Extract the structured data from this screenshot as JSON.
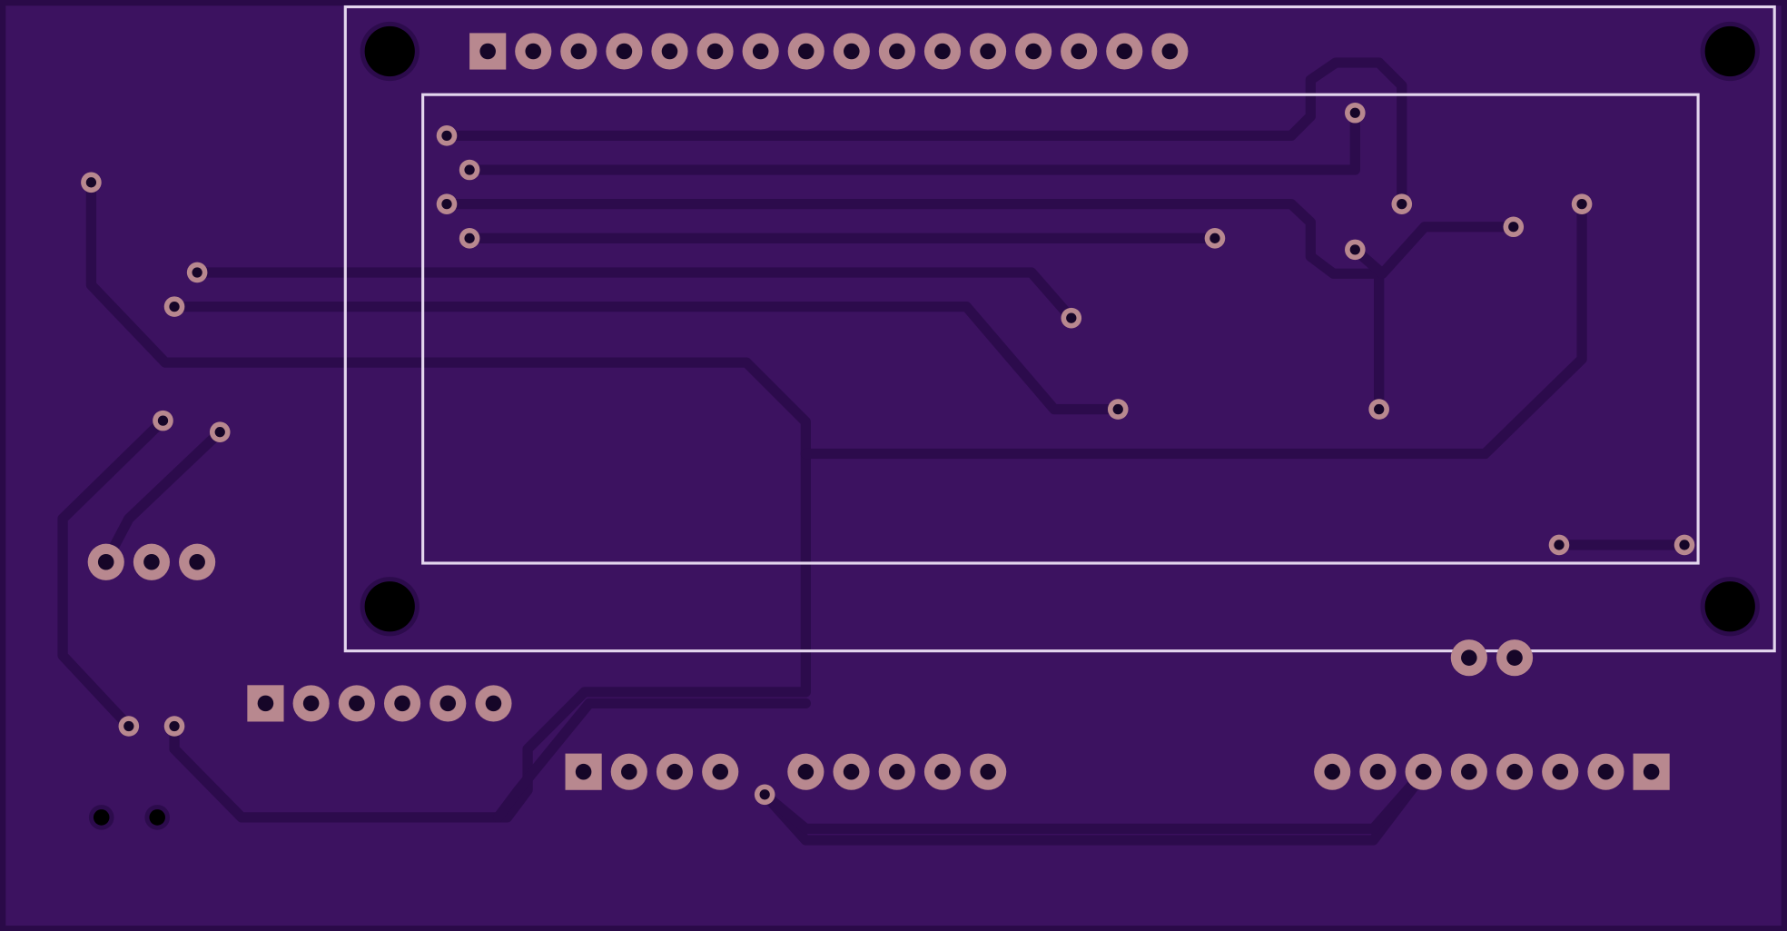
{
  "board": {
    "colors": {
      "substrate": "#3c1260",
      "edge": "#2a0a48",
      "trace": "#2c0b4c",
      "pad": "#b8888f",
      "pad_hole": "#160628",
      "mount_hole": "#000000",
      "silkscreen": "#e4d6ee"
    },
    "outline_components": [
      "display-module-outline",
      "display-viewport-outline"
    ],
    "header_pins": {
      "display_header": 16,
      "left_header": 6,
      "bottom_header_a": 4,
      "bottom_header_b": 5,
      "bottom_header_c": 8,
      "left_triple": 3,
      "right_pair": 2
    }
  }
}
